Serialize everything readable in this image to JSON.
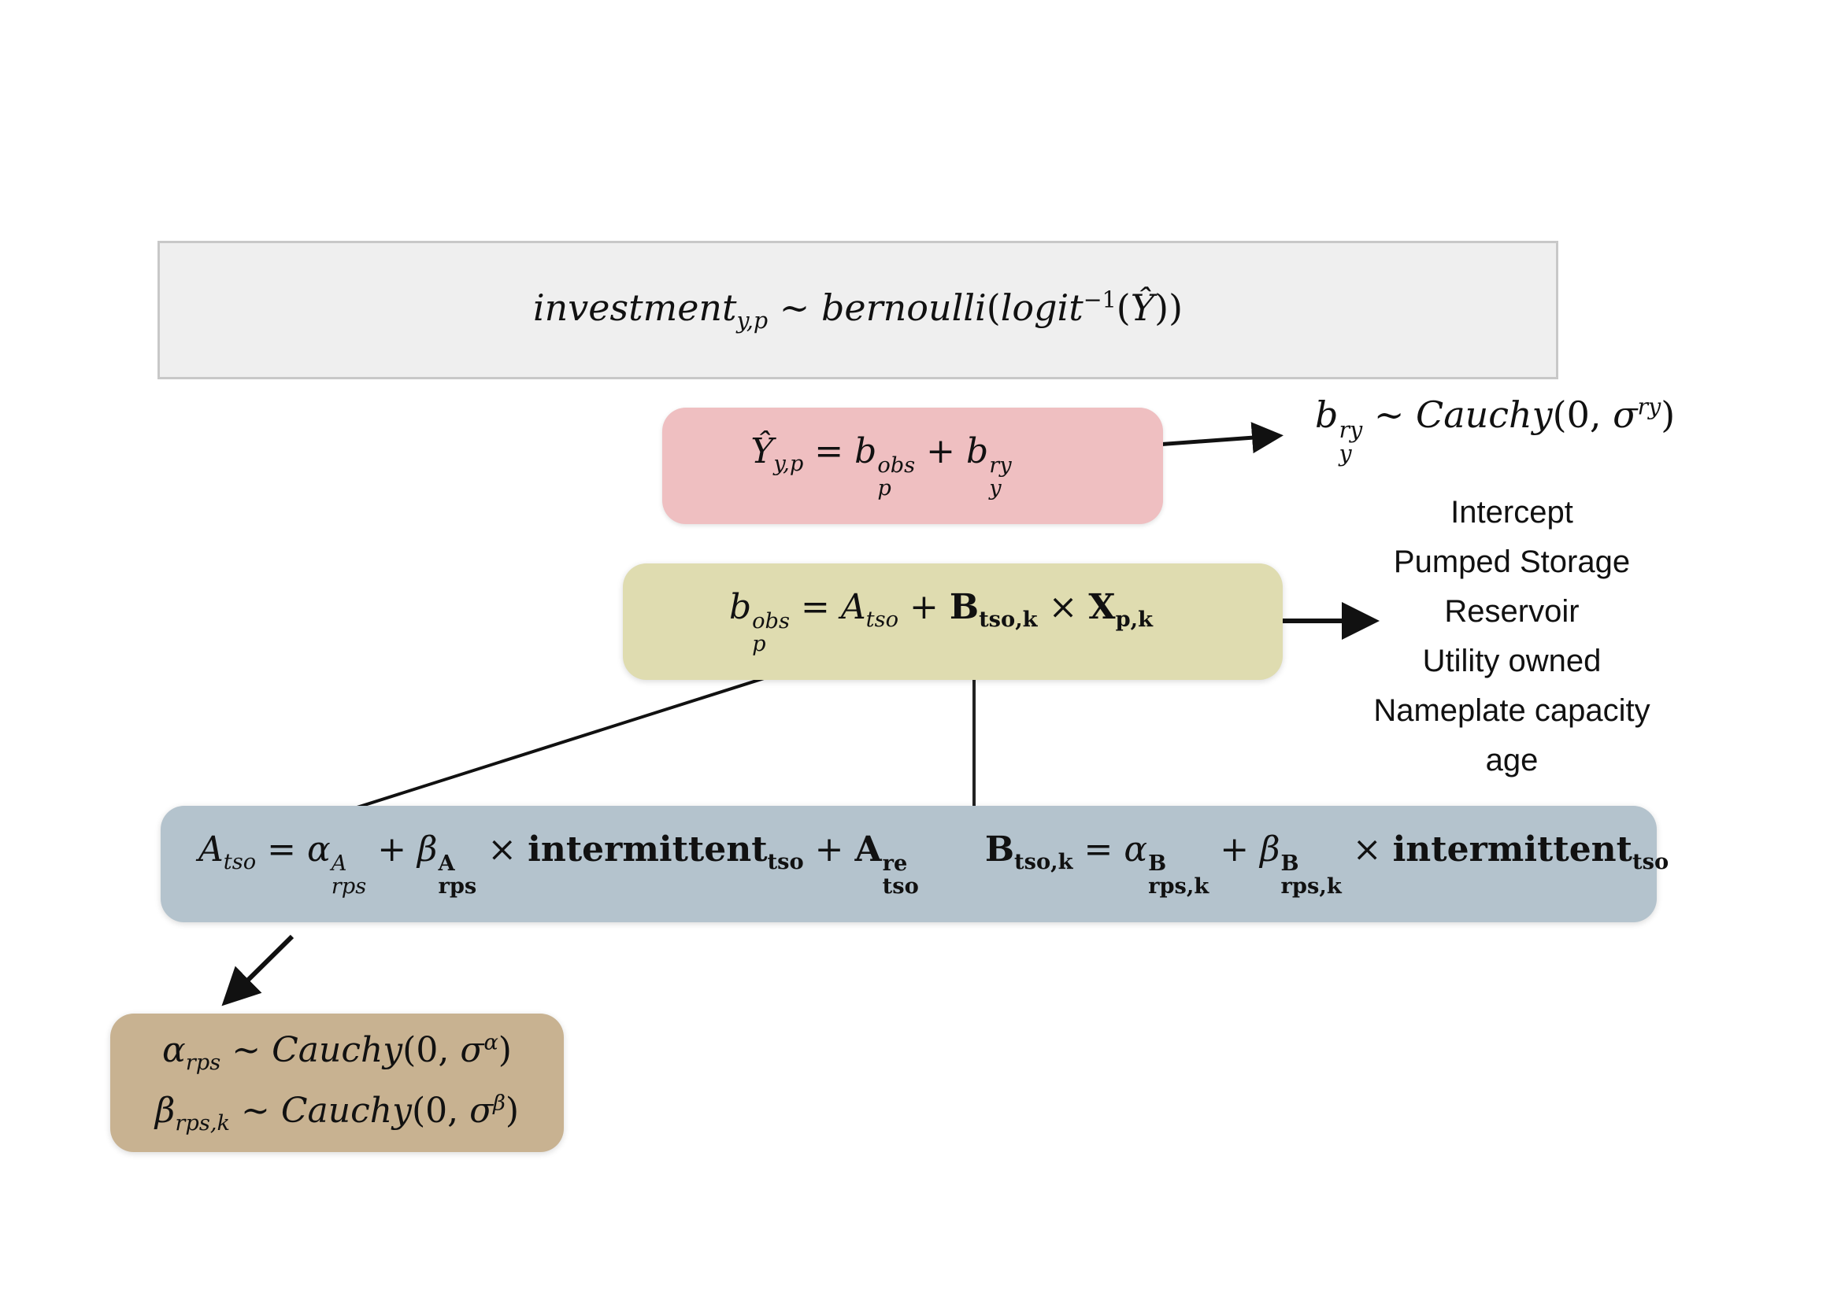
{
  "likelihood": {
    "lhs": "investment",
    "lhs_sub": "y,p",
    "dist": "bernoulli",
    "link": "logit",
    "link_sup": "−1",
    "arg": "Ŷ"
  },
  "linear_predictor": {
    "lhs": "Ŷ",
    "lhs_sub": "y,p",
    "term1": "b",
    "term1_sub": "p",
    "term1_sup": "obs",
    "term2": "b",
    "term2_sub": "y",
    "term2_sup": "ry"
  },
  "prior_ry": {
    "lhs": "b",
    "lhs_sub": "y",
    "lhs_sup": "ry",
    "dist": "Cauchy",
    "scale_base": "σ",
    "scale_sup": "ry"
  },
  "obs_effect": {
    "lhs": "b",
    "lhs_sub": "p",
    "lhs_sup": "obs",
    "a": "A",
    "a_sub": "tso",
    "b": "B",
    "b_sub": "tso,k",
    "x": "X",
    "x_sub": "p,k"
  },
  "covariates": [
    "Intercept",
    "Pumped Storage",
    "Reservoir",
    "Utility owned",
    "Nameplate capacity",
    "age"
  ],
  "hierarchy": {
    "a_lhs": "A",
    "a_lhs_sub": "tso",
    "alpha_sub": "rps",
    "alpha_sup": "A",
    "beta_sub": "rps",
    "beta_sup": "A",
    "intermittent": "intermittent",
    "intermittent_sub": "tso",
    "are": "A",
    "are_sub": "tso",
    "are_sup": "re",
    "b_lhs": "B",
    "b_lhs_sub": "tso,k",
    "alphaB_sub": "rps,k",
    "alphaB_sup": "B",
    "betaB_sub": "rps,k",
    "betaB_sup": "B"
  },
  "priors_rps": {
    "alpha_sub": "rps",
    "alpha_dist": "Cauchy",
    "alpha_scale_sup": "α",
    "beta_sub": "rps,k",
    "beta_dist": "Cauchy",
    "beta_scale_sup": "β"
  }
}
